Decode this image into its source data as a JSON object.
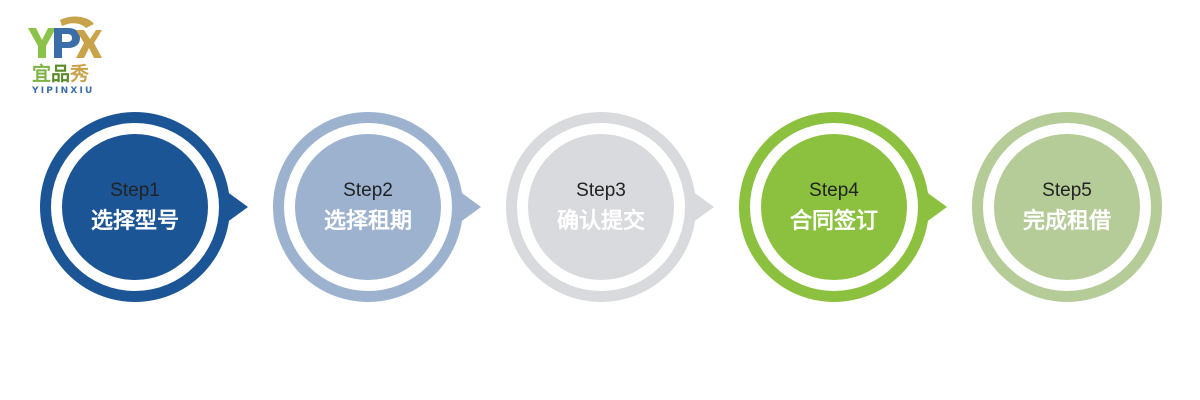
{
  "logo": {
    "mark": "YPX",
    "chars": [
      "宜",
      "品",
      "秀"
    ],
    "subtitle": "YIPINXIU",
    "colors": {
      "green": "#8bc34a",
      "blue": "#3b6ea8",
      "gold": "#c8a34a"
    }
  },
  "steps": [
    {
      "step_label": "Step1",
      "title": "选择型号",
      "color_ring": "#1c5595",
      "color_core": "#1c5595",
      "color_arrow": "#1c5595"
    },
    {
      "step_label": "Step2",
      "title": "选择租期",
      "color_ring": "#9cb2cf",
      "color_core": "#9cb2cf",
      "color_arrow": "#9cb2cf"
    },
    {
      "step_label": "Step3",
      "title": "确认提交",
      "color_ring": "#d9dadd",
      "color_core": "#d9dadd",
      "color_arrow": "#d9dadd"
    },
    {
      "step_label": "Step4",
      "title": "合同签订",
      "color_ring": "#8cc13f",
      "color_core": "#8cc13f",
      "color_arrow": "#8cc13f"
    },
    {
      "step_label": "Step5",
      "title": "完成租借",
      "color_ring": "#b5cc98",
      "color_core": "#b5cc98",
      "color_arrow": null
    }
  ]
}
